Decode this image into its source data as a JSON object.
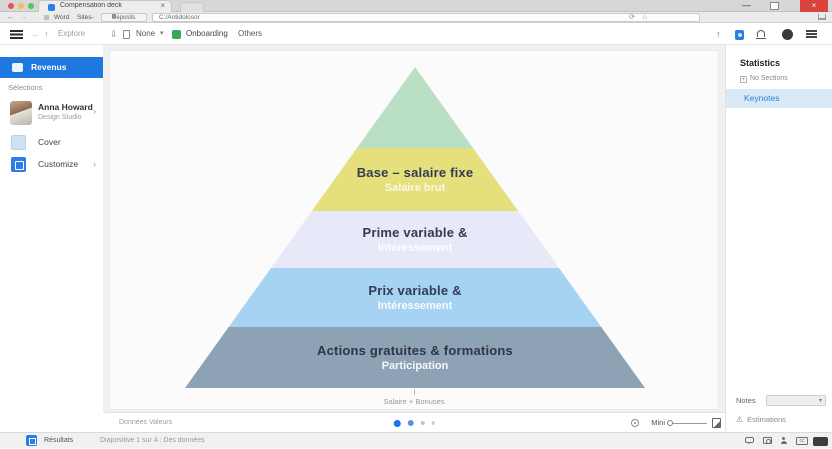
{
  "glyphs": {
    "close": "×",
    "minimize": "—",
    "back": "←",
    "forward": "→",
    "up": "↑",
    "down": "⇩",
    "refresh": "⟳",
    "home": "⌂",
    "caret": "▾",
    "chevron": "›",
    "warning": "⚠",
    "plus": "+",
    "cc": "cc"
  },
  "colors": {
    "accent_blue": "#1e78e0",
    "selected_row_bg": "#d8e9f7",
    "close_button_red": "#d9443f",
    "onboarding_green": "#34a853"
  },
  "browser": {
    "tab_title": "Compensation deck",
    "bookmark_1": "Word",
    "bookmark_2": "Sites-",
    "bookmark_chip": "Deposits",
    "url": "C:/Antidolosor"
  },
  "toolbar": {
    "explore_label": "Explore",
    "view_value": "None",
    "onboarding_label": "Onboarding",
    "others_label": "Others"
  },
  "sidebar": {
    "selected_label": "Revenus",
    "section_label": "Sélections",
    "profile_name": "Anna Howard",
    "profile_role": "Design Studio",
    "cover_label": "Cover",
    "customize_label": "Customize"
  },
  "right_panel": {
    "heading": "Statistics",
    "add_section_label": "No Sections",
    "selected_label": "Keynotes",
    "notes_label": "Notes",
    "warning_label": "Estimations"
  },
  "chart_data": {
    "type": "pyramid",
    "title": "",
    "layers": [
      {
        "title": "",
        "subtitle": "",
        "color": "#b9e0c4"
      },
      {
        "title": "Base – salaire fixe",
        "subtitle": "Salaire brut",
        "color": "#e6e07c"
      },
      {
        "title": "Prime variable &",
        "subtitle": "Intéressement",
        "color": "#e7e8f8"
      },
      {
        "title": "Prix variable &",
        "subtitle": "Intéressement",
        "color": "#a7d3f3"
      },
      {
        "title": "Actions gratuites & formations",
        "subtitle": "Participation",
        "color": "#8da2b4"
      }
    ],
    "caption": "Salaire + Bonuses"
  },
  "canvas_footer": {
    "status_text": "Données Valeurs",
    "pagination": {
      "total": 4,
      "active": 1
    },
    "mini_label": "Mini"
  },
  "status_bar": {
    "app_name": "Résultats",
    "slide_info": "Diapositive 1 sur 4 : Des données"
  }
}
